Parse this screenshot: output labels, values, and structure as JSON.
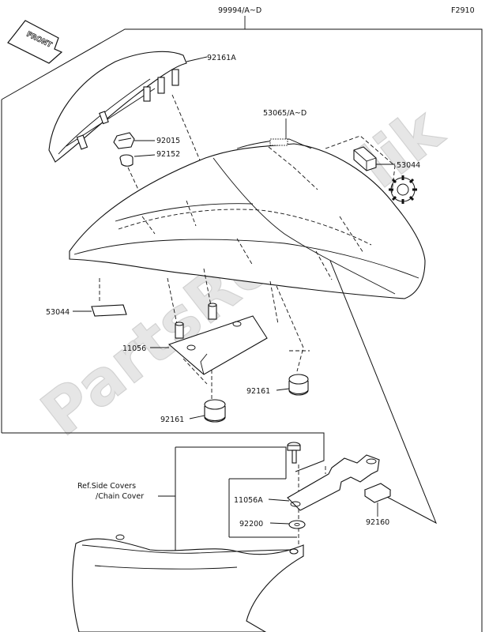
{
  "figure_code": "F2910",
  "assembly_label": "99994/A~D",
  "watermark": "PartsRepublik",
  "front_arrow_label": "FRONT",
  "reference_note": {
    "line1": "Ref.Side Covers",
    "line2": "/Chain Cover"
  },
  "callouts": [
    {
      "id": "92161A"
    },
    {
      "id": "92015"
    },
    {
      "id": "92152"
    },
    {
      "id": "53065/A~D"
    },
    {
      "id": "53044"
    },
    {
      "id": "53044"
    },
    {
      "id": "11056"
    },
    {
      "id": "92161"
    },
    {
      "id": "92161"
    },
    {
      "id": "11056A"
    },
    {
      "id": "92200"
    },
    {
      "id": "92160"
    }
  ],
  "icons": [
    "front-arrow-icon",
    "gear-icon"
  ]
}
